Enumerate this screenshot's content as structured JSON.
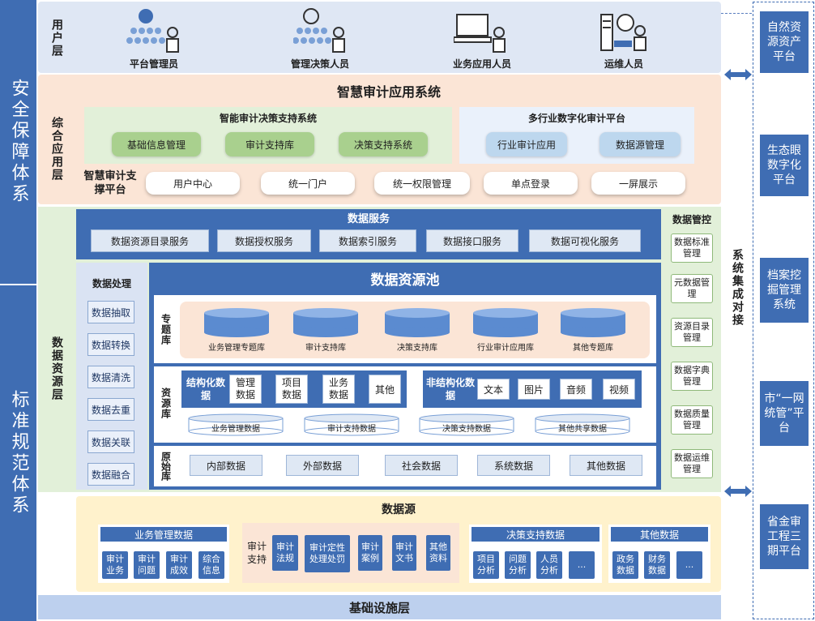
{
  "left": {
    "top": "安全保障体系",
    "bottom": "标准规范体系"
  },
  "user": {
    "label": "用户层",
    "items": [
      "平台管理员",
      "管理决策人员",
      "业务应用人员",
      "运维人员"
    ]
  },
  "app": {
    "label": "综合应用层",
    "title": "智慧审计应用系统",
    "sys1": {
      "title": "智能审计决策支持系统",
      "items": [
        "基础信息管理",
        "审计支持库",
        "决策支持系统"
      ]
    },
    "sys2": {
      "title": "多行业数字化审计平台",
      "items": [
        "行业审计应用",
        "数据源管理"
      ]
    },
    "support": {
      "label": "智慧审计支撑平台",
      "items": [
        "用户中心",
        "统一门户",
        "统一权限管理",
        "单点登录",
        "一屏展示"
      ]
    }
  },
  "data": {
    "label": "数据资源层",
    "service": {
      "title": "数据服务",
      "items": [
        "数据资源目录服务",
        "数据授权服务",
        "数据索引服务",
        "数据接口服务",
        "数据可视化服务"
      ]
    },
    "processing": {
      "title": "数据处理",
      "items": [
        "数据抽取",
        "数据转换",
        "数据清洗",
        "数据去重",
        "数据关联",
        "数据融合"
      ]
    },
    "pool": {
      "title": "数据资源池",
      "topic": {
        "label": "专题库",
        "items": [
          "业务管理专题库",
          "审计支持库",
          "决策支持库",
          "行业审计应用库",
          "其他专题库"
        ]
      },
      "resource": {
        "label": "资源库",
        "structured": {
          "title": "结构化数据",
          "items": [
            "管理数据",
            "项目数据",
            "业务数据",
            "其他"
          ]
        },
        "unstructured": {
          "title": "非结构化数据",
          "items": [
            "文本",
            "图片",
            "音频",
            "视频"
          ]
        },
        "cylinders": [
          "业务管理数据",
          "审计支持数据",
          "决策支持数据",
          "其他共享数据"
        ]
      },
      "raw": {
        "label": "原始库",
        "items": [
          "内部数据",
          "外部数据",
          "社会数据",
          "系统数据",
          "其他数据"
        ]
      }
    },
    "governance": {
      "title": "数据管控",
      "items": [
        "数据标准管理",
        "元数据管理",
        "资源目录管理",
        "数据字典管理",
        "数据质量管理",
        "数据运维管理"
      ]
    }
  },
  "source": {
    "title": "数据源",
    "g1": {
      "title": "业务管理数据",
      "items": [
        "审计业务",
        "审计问题",
        "审计成效",
        "综合信息"
      ]
    },
    "g2": {
      "title": "审计支持",
      "items": [
        "审计法规",
        "审计定性处理处罚",
        "审计案例",
        "审计文书",
        "其他资料"
      ]
    },
    "g3": {
      "title": "决策支持数据",
      "items": [
        "项目分析",
        "问题分析",
        "人员分析",
        "..."
      ]
    },
    "g4": {
      "title": "其他数据",
      "items": [
        "政务数据",
        "财务数据",
        "..."
      ]
    }
  },
  "infra": "基础设施层",
  "integration": "系统集成对接",
  "right": [
    "自然资源资产平台",
    "生态眼数字化平台",
    "档案挖掘管理系统",
    "市“一网统管”平台",
    "省金审工程三期平台"
  ],
  "colors": {
    "blue": "#3f6db3",
    "user_bg": "#dfe7f4",
    "app_bg": "#fbe5d6",
    "green_bg": "#e2f0d9",
    "source_bg": "#fff2cc"
  }
}
